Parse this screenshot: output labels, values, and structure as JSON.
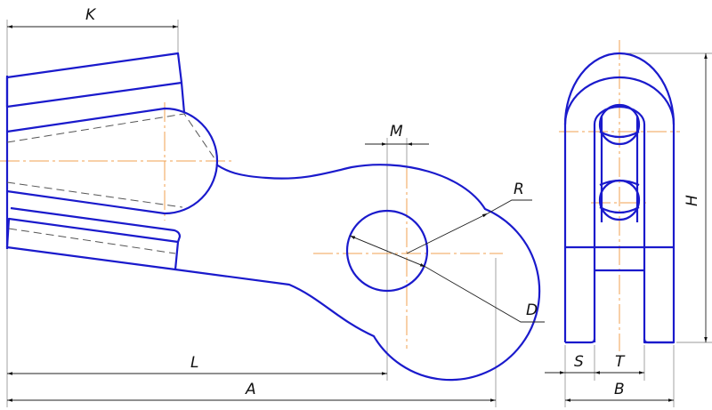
{
  "drawing": {
    "colors": {
      "object": "#1a1acc",
      "centerline": "#f0a050",
      "dimension": "#222222",
      "hatch": "#555555"
    },
    "labels": {
      "K": "K",
      "M": "M",
      "R": "R",
      "D": "D",
      "L": "L",
      "A": "A",
      "H": "H",
      "S": "S",
      "T": "T",
      "B": "B"
    }
  }
}
